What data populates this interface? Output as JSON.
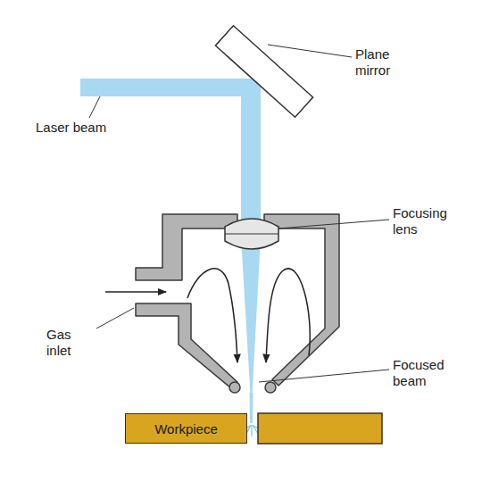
{
  "diagram": {
    "nodes": [
      {
        "text": [
          "Workpiece"
        ]
      }
    ],
    "edges": [],
    "labels": [
      "Plane mirror",
      "Laser beam",
      "Focusing lens",
      "Gas inlet",
      "Focused beam"
    ]
  }
}
